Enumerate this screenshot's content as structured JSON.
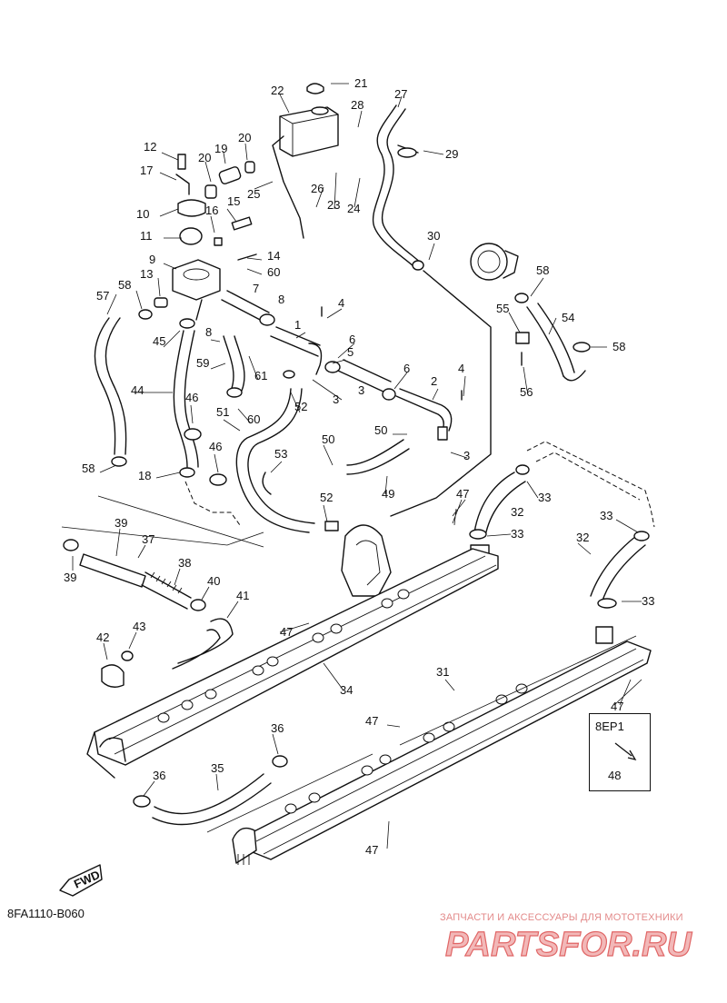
{
  "diagram": {
    "code": "8FA1110-B060",
    "forward_label": "FWD",
    "variant_box": {
      "label": "8EP1",
      "part": "48"
    },
    "watermark": {
      "tagline": "ЗАПЧАСТИ И АКСЕССУАРЫ ДЛЯ МОТОТЕХНИКИ",
      "logo_text": "PARTSFOR.RU",
      "color": "#e06666"
    },
    "callouts": [
      {
        "id": "c1",
        "label": "1"
      },
      {
        "id": "c2",
        "label": "2"
      },
      {
        "id": "c3a",
        "label": "3"
      },
      {
        "id": "c3b",
        "label": "3"
      },
      {
        "id": "c3c",
        "label": "3"
      },
      {
        "id": "c4a",
        "label": "4"
      },
      {
        "id": "c4b",
        "label": "4"
      },
      {
        "id": "c5",
        "label": "5"
      },
      {
        "id": "c6a",
        "label": "6"
      },
      {
        "id": "c6b",
        "label": "6"
      },
      {
        "id": "c7",
        "label": "7"
      },
      {
        "id": "c8a",
        "label": "8"
      },
      {
        "id": "c8b",
        "label": "8"
      },
      {
        "id": "c9",
        "label": "9"
      },
      {
        "id": "c10",
        "label": "10"
      },
      {
        "id": "c11",
        "label": "11"
      },
      {
        "id": "c12",
        "label": "12"
      },
      {
        "id": "c13",
        "label": "13"
      },
      {
        "id": "c14",
        "label": "14"
      },
      {
        "id": "c15",
        "label": "15"
      },
      {
        "id": "c16",
        "label": "16"
      },
      {
        "id": "c17",
        "label": "17"
      },
      {
        "id": "c18",
        "label": "18"
      },
      {
        "id": "c19",
        "label": "19"
      },
      {
        "id": "c20a",
        "label": "20"
      },
      {
        "id": "c20b",
        "label": "20"
      },
      {
        "id": "c21",
        "label": "21"
      },
      {
        "id": "c22",
        "label": "22"
      },
      {
        "id": "c23",
        "label": "23"
      },
      {
        "id": "c24",
        "label": "24"
      },
      {
        "id": "c25",
        "label": "25"
      },
      {
        "id": "c26",
        "label": "26"
      },
      {
        "id": "c27",
        "label": "27"
      },
      {
        "id": "c28",
        "label": "28"
      },
      {
        "id": "c29",
        "label": "29"
      },
      {
        "id": "c30",
        "label": "30"
      },
      {
        "id": "c31",
        "label": "31"
      },
      {
        "id": "c32a",
        "label": "32"
      },
      {
        "id": "c32b",
        "label": "32"
      },
      {
        "id": "c33a",
        "label": "33"
      },
      {
        "id": "c33b",
        "label": "33"
      },
      {
        "id": "c33c",
        "label": "33"
      },
      {
        "id": "c33d",
        "label": "33"
      },
      {
        "id": "c34",
        "label": "34"
      },
      {
        "id": "c35",
        "label": "35"
      },
      {
        "id": "c36a",
        "label": "36"
      },
      {
        "id": "c36b",
        "label": "36"
      },
      {
        "id": "c37",
        "label": "37"
      },
      {
        "id": "c38",
        "label": "38"
      },
      {
        "id": "c39a",
        "label": "39"
      },
      {
        "id": "c39b",
        "label": "39"
      },
      {
        "id": "c40",
        "label": "40"
      },
      {
        "id": "c41",
        "label": "41"
      },
      {
        "id": "c42",
        "label": "42"
      },
      {
        "id": "c43",
        "label": "43"
      },
      {
        "id": "c44",
        "label": "44"
      },
      {
        "id": "c45",
        "label": "45"
      },
      {
        "id": "c46a",
        "label": "46"
      },
      {
        "id": "c46b",
        "label": "46"
      },
      {
        "id": "c47a",
        "label": "47"
      },
      {
        "id": "c47b",
        "label": "47"
      },
      {
        "id": "c47c",
        "label": "47"
      },
      {
        "id": "c47d",
        "label": "47"
      },
      {
        "id": "c47e",
        "label": "47"
      },
      {
        "id": "c49",
        "label": "49"
      },
      {
        "id": "c50a",
        "label": "50"
      },
      {
        "id": "c50b",
        "label": "50"
      },
      {
        "id": "c51",
        "label": "51"
      },
      {
        "id": "c52a",
        "label": "52"
      },
      {
        "id": "c52b",
        "label": "52"
      },
      {
        "id": "c53",
        "label": "53"
      },
      {
        "id": "c54",
        "label": "54"
      },
      {
        "id": "c55",
        "label": "55"
      },
      {
        "id": "c56",
        "label": "56"
      },
      {
        "id": "c57",
        "label": "57"
      },
      {
        "id": "c58a",
        "label": "58"
      },
      {
        "id": "c58b",
        "label": "58"
      },
      {
        "id": "c58c",
        "label": "58"
      },
      {
        "id": "c58d",
        "label": "58"
      },
      {
        "id": "c59",
        "label": "59"
      },
      {
        "id": "c60a",
        "label": "60"
      },
      {
        "id": "c60b",
        "label": "60"
      },
      {
        "id": "c61",
        "label": "61"
      }
    ]
  }
}
